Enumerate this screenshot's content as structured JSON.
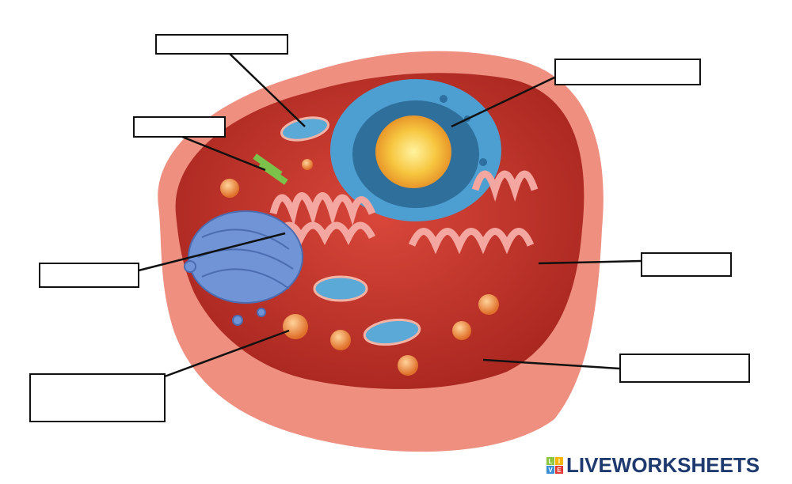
{
  "worksheet": {
    "label_boxes": [
      {
        "id": "mitochondrion-top",
        "value": ""
      },
      {
        "id": "nucleus",
        "value": ""
      },
      {
        "id": "centriole",
        "value": ""
      },
      {
        "id": "golgi-er",
        "value": ""
      },
      {
        "id": "cytoplasm",
        "value": ""
      },
      {
        "id": "vesicle",
        "value": ""
      },
      {
        "id": "cell-membrane",
        "value": ""
      }
    ]
  },
  "logo": {
    "text": "LIVEWORKSHEETS",
    "tiles": [
      "L",
      "I",
      "V",
      "E"
    ],
    "tile_colors": [
      "#8cc63f",
      "#f7b500",
      "#3a8fd6",
      "#e53935"
    ],
    "text_color": "#1e3a6e"
  },
  "colors": {
    "membrane": "#ec8b7c",
    "cytoplasm": "#c0392b",
    "nucleus": "#5aa9d6",
    "nucleolus": "#f6c342",
    "golgi": "#6f8fd0"
  }
}
